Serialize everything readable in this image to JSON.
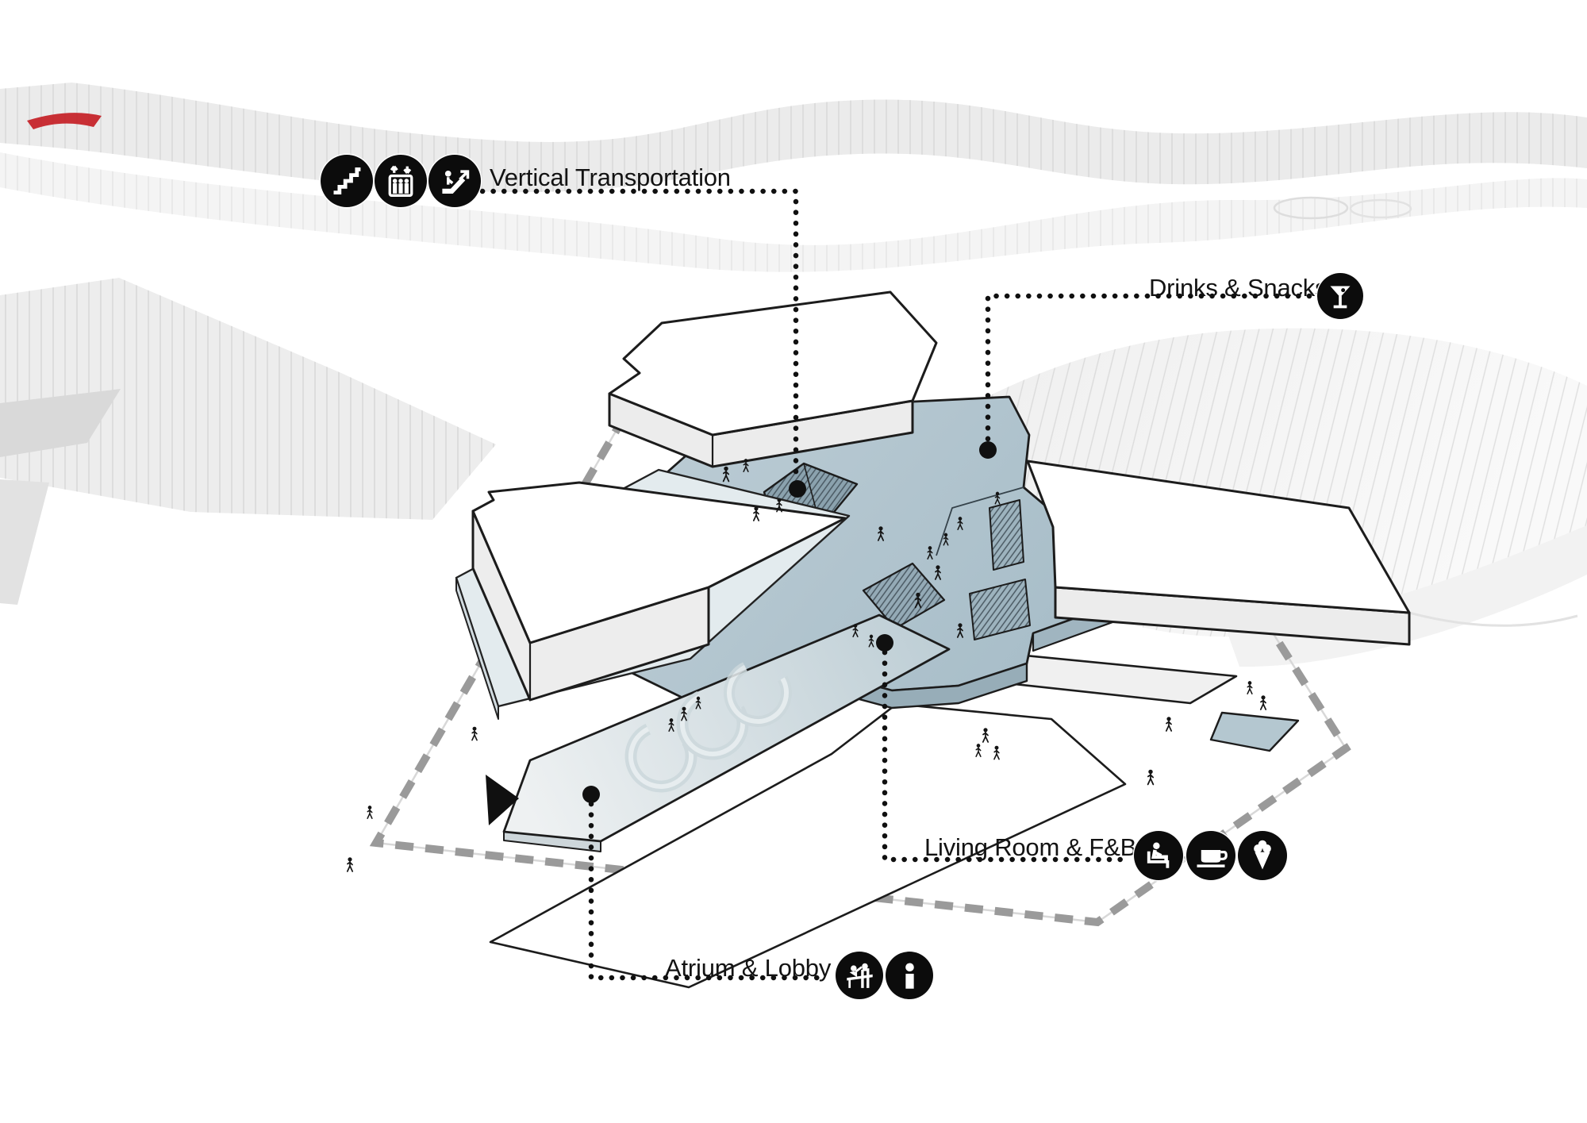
{
  "diagram": {
    "kind": "architectural axonometric program diagram",
    "highlight_level": "public plaza deck"
  },
  "annotations": {
    "vertical_transportation": {
      "label": "Vertical Transportation",
      "icons": [
        "stairs",
        "elevator",
        "escalator"
      ]
    },
    "drinks_snacks": {
      "label": "Drinks & Snacks",
      "icons": [
        "cocktail-glass"
      ]
    },
    "living_room_fb": {
      "label": "Living Room & F&B",
      "icons": [
        "lounge-chair",
        "coffee-cup",
        "ice-cream"
      ]
    },
    "atrium_lobby": {
      "label": "Atrium & Lobby",
      "icons": [
        "reception-desk",
        "information"
      ]
    }
  },
  "colors": {
    "deck_blue": "#b1c5ce",
    "deck_front": "#97adb8",
    "ramp_light": "#eef1f2",
    "annotation_black": "#101010",
    "site_boundary_gray": "#9a9a9a",
    "context_red": "#c41e25",
    "volume_white": "#ffffff"
  }
}
